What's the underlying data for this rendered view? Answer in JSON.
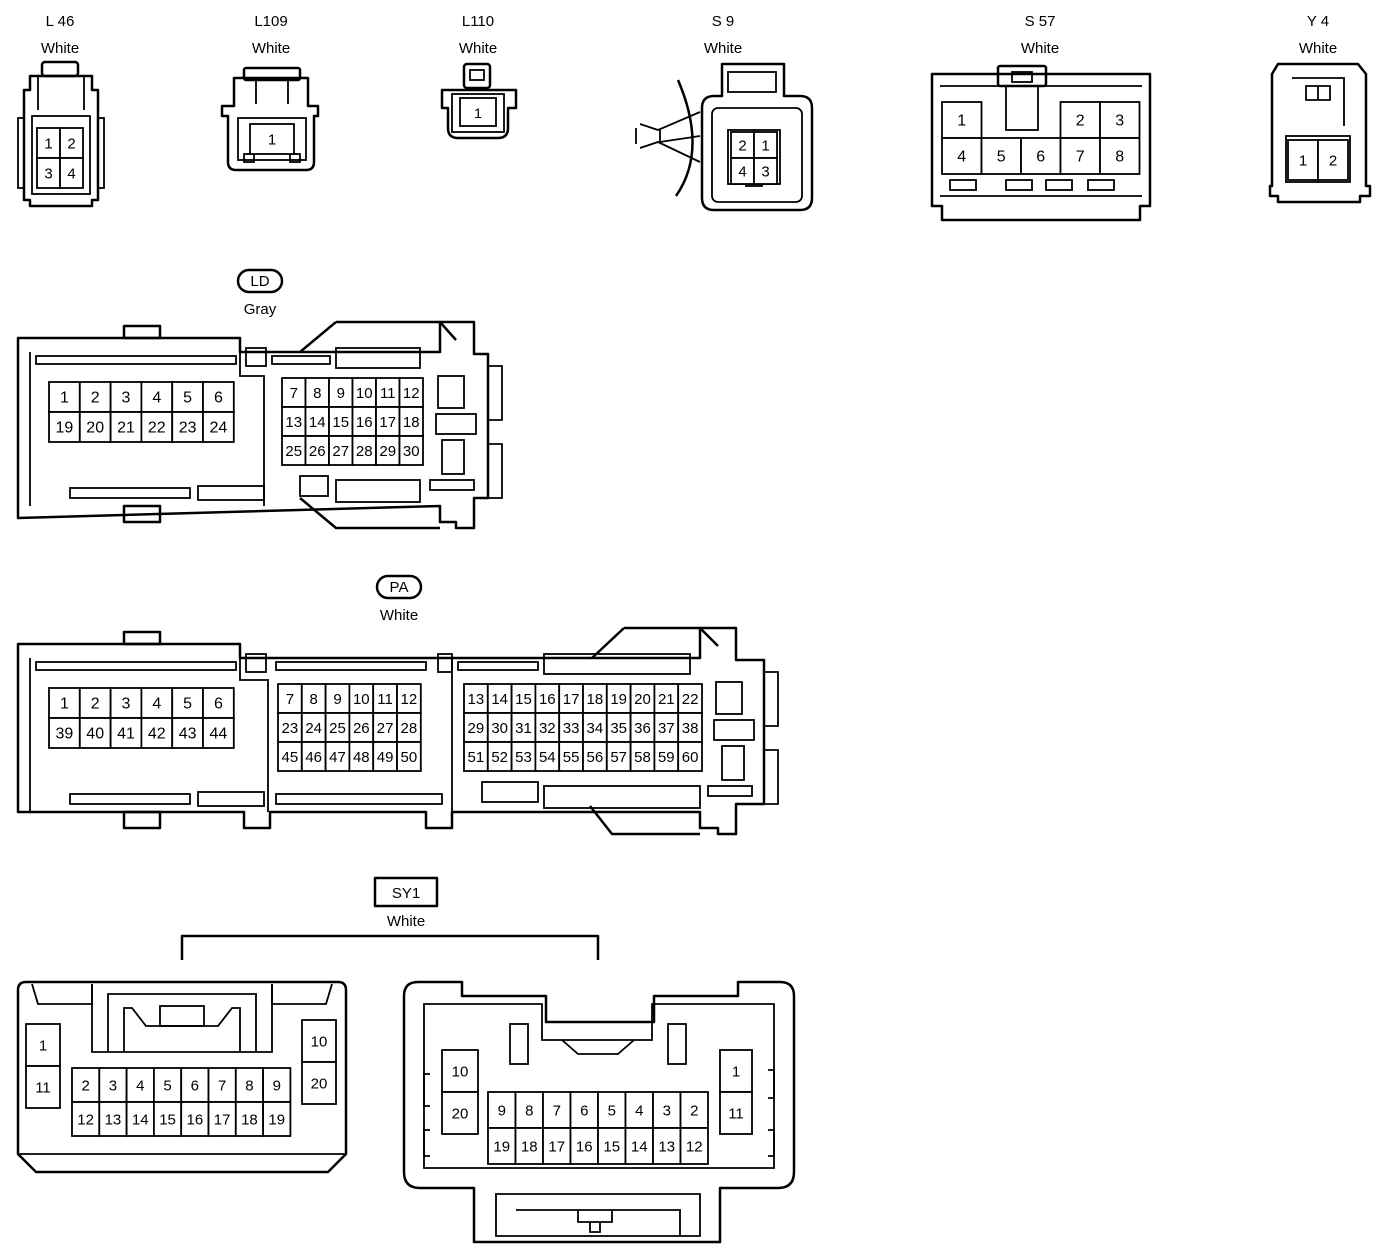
{
  "connectors": {
    "L46": {
      "code": "L 46",
      "color": "White"
    },
    "L109": {
      "code": "L109",
      "color": "White"
    },
    "L110": {
      "code": "L110",
      "color": "White"
    },
    "S9": {
      "code": "S 9",
      "color": "White"
    },
    "S57": {
      "code": "S 57",
      "color": "White"
    },
    "Y4": {
      "code": "Y 4",
      "color": "White"
    },
    "LD": {
      "code": "LD",
      "color": "Gray"
    },
    "PA": {
      "code": "PA",
      "color": "White"
    },
    "SY1": {
      "code": "SY1",
      "color": "White"
    }
  },
  "pins": {
    "L46": [
      [
        "1",
        "2"
      ],
      [
        "3",
        "4"
      ]
    ],
    "L109": [
      [
        "1"
      ]
    ],
    "L110": [
      [
        "1"
      ]
    ],
    "S9": [
      [
        "2",
        "1"
      ],
      [
        "4",
        "3"
      ]
    ],
    "S57": [
      [
        "1",
        "",
        "",
        "2",
        "3"
      ],
      [
        "4",
        "5",
        "6",
        "7",
        "8"
      ]
    ],
    "Y4": [
      [
        "1",
        "2"
      ]
    ],
    "LD_left": [
      [
        "1",
        "2",
        "3",
        "4",
        "5",
        "6"
      ],
      [
        "19",
        "20",
        "21",
        "22",
        "23",
        "24"
      ]
    ],
    "LD_right": [
      [
        "7",
        "8",
        "9",
        "10",
        "11",
        "12"
      ],
      [
        "13",
        "14",
        "15",
        "16",
        "17",
        "18"
      ],
      [
        "25",
        "26",
        "27",
        "28",
        "29",
        "30"
      ]
    ],
    "PA_left": [
      [
        "1",
        "2",
        "3",
        "4",
        "5",
        "6"
      ],
      [
        "39",
        "40",
        "41",
        "42",
        "43",
        "44"
      ]
    ],
    "PA_mid": [
      [
        "7",
        "8",
        "9",
        "10",
        "11",
        "12"
      ],
      [
        "23",
        "24",
        "25",
        "26",
        "27",
        "28"
      ],
      [
        "45",
        "46",
        "47",
        "48",
        "49",
        "50"
      ]
    ],
    "PA_right": [
      [
        "13",
        "14",
        "15",
        "16",
        "17",
        "18",
        "19",
        "20",
        "21",
        "22"
      ],
      [
        "29",
        "30",
        "31",
        "32",
        "33",
        "34",
        "35",
        "36",
        "37",
        "38"
      ],
      [
        "51",
        "52",
        "53",
        "54",
        "55",
        "56",
        "57",
        "58",
        "59",
        "60"
      ]
    ],
    "SY1a_left": [
      [
        "1"
      ],
      [
        "11"
      ]
    ],
    "SY1a_mid": [
      [
        "2",
        "3",
        "4",
        "5",
        "6",
        "7",
        "8",
        "9"
      ],
      [
        "12",
        "13",
        "14",
        "15",
        "16",
        "17",
        "18",
        "19"
      ]
    ],
    "SY1a_right": [
      [
        "10"
      ],
      [
        "20"
      ]
    ],
    "SY1b_left": [
      [
        "10"
      ],
      [
        "20"
      ]
    ],
    "SY1b_mid": [
      [
        "9",
        "8",
        "7",
        "6",
        "5",
        "4",
        "3",
        "2"
      ],
      [
        "19",
        "18",
        "17",
        "16",
        "15",
        "14",
        "13",
        "12"
      ]
    ],
    "SY1b_right": [
      [
        "1"
      ],
      [
        "11"
      ]
    ]
  }
}
